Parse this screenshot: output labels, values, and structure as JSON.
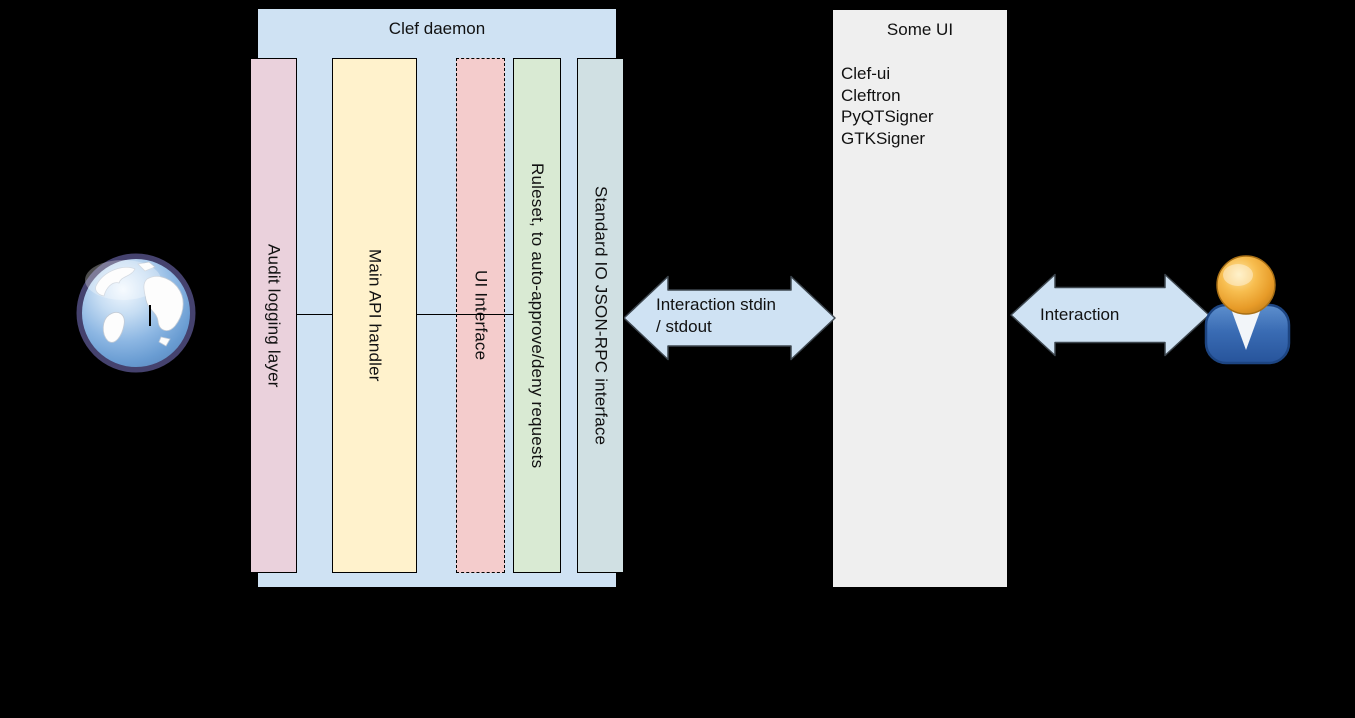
{
  "diagram": {
    "background_color": "#000000",
    "clef_daemon": {
      "title": "Clef daemon",
      "fill": "#cfe2f3",
      "bars": [
        {
          "label": "Audit logging layer",
          "fill": "#ead1dc",
          "border": "solid"
        },
        {
          "label": "Main API handler",
          "fill": "#fff2cc",
          "border": "solid"
        },
        {
          "label": "UI Interface",
          "fill": "#f4cccc",
          "border": "dashed"
        },
        {
          "label": "Ruleset, to auto-approve/deny requests",
          "fill": "#d9ead3",
          "border": "solid"
        },
        {
          "label": "Standard IO JSON-RPC interface",
          "fill": "#d0e0e3",
          "border": "solid"
        }
      ]
    },
    "some_ui": {
      "title": "Some UI",
      "fill": "#efefef",
      "items": [
        "Clef-ui",
        "Cleftron",
        "PyQTSigner",
        "GTKSigner"
      ]
    },
    "arrows": {
      "fill": "#cfe2f3",
      "stroke": "#3d464e",
      "left": {
        "label_line1": "Interaction stdin",
        "label_line2": "/ stdout"
      },
      "right": {
        "label": "Interaction"
      }
    },
    "icons": {
      "globe": "globe-icon",
      "user": "user-icon"
    }
  }
}
